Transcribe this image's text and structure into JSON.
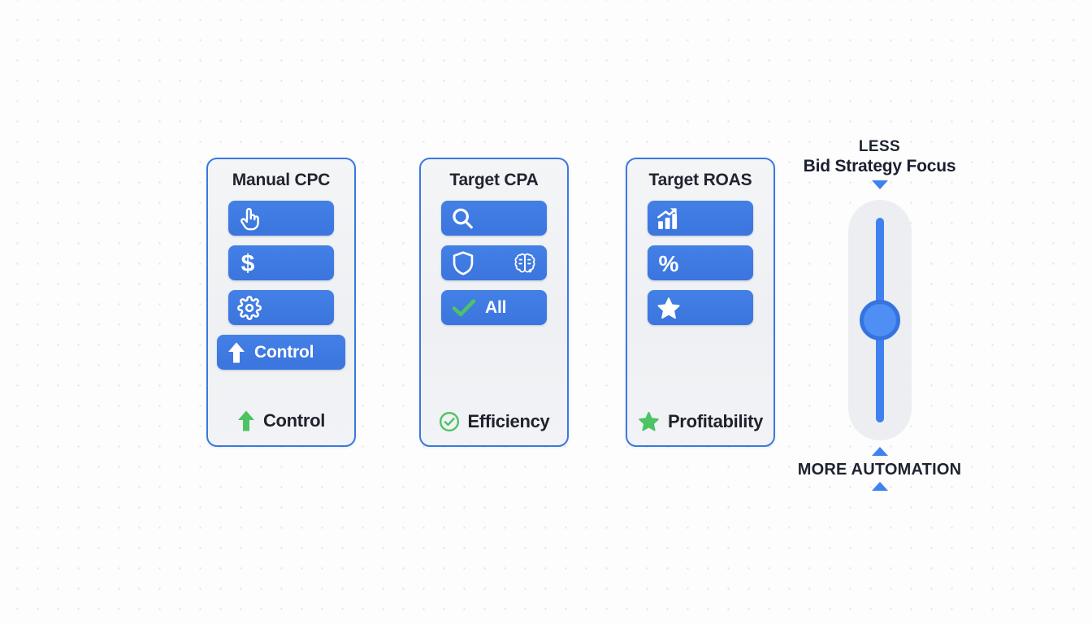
{
  "background": {
    "dot_color": "#e2e4ea",
    "page_color": "#fdfdfe"
  },
  "theme": {
    "accent_blue": "#3b78e0",
    "pill_blue": "#4380e6",
    "green": "#4dc363",
    "text_dark": "#1e222c"
  },
  "cards": [
    {
      "title": "Manual CPC",
      "pills": [
        {
          "icon": "pointing-hand-cursor-icon",
          "label": ""
        },
        {
          "icon": "dollar-sign-icon",
          "label": ""
        },
        {
          "icon": "gear-icon",
          "label": ""
        },
        {
          "icon": "up-arrow-icon",
          "label": "Control"
        }
      ],
      "footer": {
        "icon": "up-arrow-icon",
        "label": "Control"
      }
    },
    {
      "title": "Target CPA",
      "pills": [
        {
          "icon": "search-icon",
          "label": ""
        },
        {
          "icon": "shield-icon",
          "icon2": "brain-icon",
          "label": ""
        },
        {
          "icon": "check-icon",
          "label": "All"
        }
      ],
      "footer": {
        "icon": "check-circle-icon",
        "label": "Efficiency"
      }
    },
    {
      "title": "Target ROAS",
      "pills": [
        {
          "icon": "trending-up-chart-icon",
          "label": ""
        },
        {
          "icon": "percent-icon",
          "label": ""
        },
        {
          "icon": "star-icon",
          "label": ""
        }
      ],
      "footer": {
        "icon": "star-icon",
        "label": "Profitability"
      }
    }
  ],
  "slider": {
    "top_small_label": "LESS",
    "top_main_label": "Bid Strategy Focus",
    "bottom_label": "MORE AUTOMATION",
    "top_arrow_icon": "triangle-down-icon",
    "bottom_arrow_icon": "triangle-up-icon",
    "thumb_position_percent": 50,
    "track_color": "#3f82ef",
    "shell_color": "#eceef2"
  }
}
